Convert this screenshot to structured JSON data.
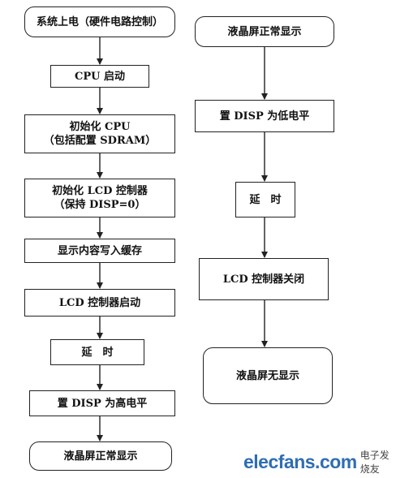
{
  "left_flow": [
    {
      "lines": [
        "系统上电（硬件电路控制）"
      ]
    },
    {
      "lines": [
        "CPU 启动"
      ]
    },
    {
      "lines": [
        "初始化 CPU",
        "（包括配置 SDRAM）"
      ]
    },
    {
      "lines": [
        "初始化 LCD 控制器",
        "（保持 DISP=0）"
      ]
    },
    {
      "lines": [
        "显示内容写入缓存"
      ]
    },
    {
      "lines": [
        "LCD 控制器启动"
      ]
    },
    {
      "lines": [
        "延　时"
      ]
    },
    {
      "lines": [
        "置 DISP 为高电平"
      ]
    },
    {
      "lines": [
        "液晶屏正常显示"
      ]
    }
  ],
  "right_flow": [
    {
      "lines": [
        "液晶屏正常显示"
      ]
    },
    {
      "lines": [
        "置 DISP 为低电平"
      ]
    },
    {
      "lines": [
        "延　时"
      ]
    },
    {
      "lines": [
        "LCD 控制器关闭"
      ]
    },
    {
      "lines": [
        "液晶屏无显示"
      ]
    }
  ],
  "watermark": {
    "brand": "elecfans.com",
    "cn": "电子发烧友"
  }
}
